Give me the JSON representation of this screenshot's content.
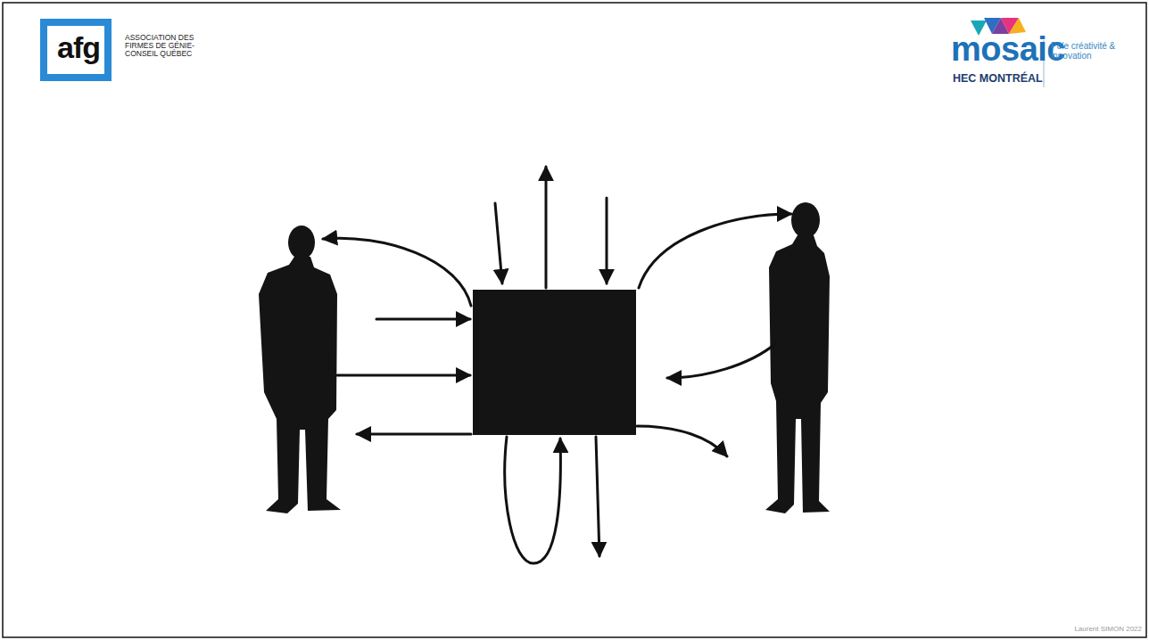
{
  "diagram": {
    "labels": [
      "afg",
      "ASSOCIATION DES FIRMES DE GÉNIE-CONSEIL QUÉBEC",
      "mosaic",
      "HEC MONTRÉAL",
      "Pôle créativité & innovation",
      "Laurent SIMON 2022"
    ]
  }
}
